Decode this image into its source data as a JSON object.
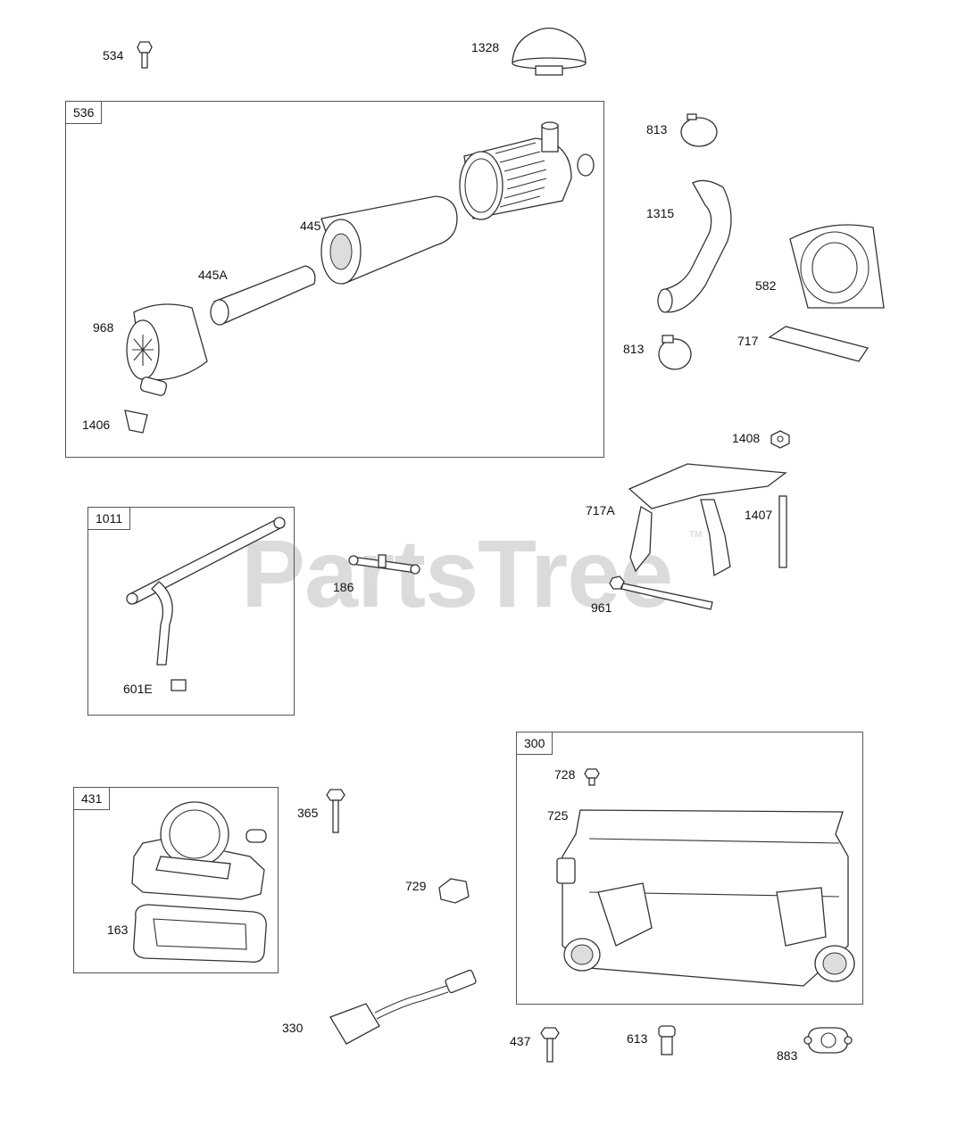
{
  "watermark": "PartsTree",
  "watermark_tm": "TM",
  "groups": {
    "g536": "536",
    "g1011": "1011",
    "g431": "431",
    "g300": "300"
  },
  "parts": {
    "p534": "534",
    "p1328": "1328",
    "p813a": "813",
    "p1315": "1315",
    "p582": "582",
    "p813b": "813",
    "p717": "717",
    "p445": "445",
    "p445A": "445A",
    "p968": "968",
    "p1406": "1406",
    "p1408": "1408",
    "p717A": "717A",
    "p1407": "1407",
    "p186": "186",
    "p961": "961",
    "p601E": "601E",
    "p728": "728",
    "p725": "725",
    "p365": "365",
    "p729": "729",
    "p163": "163",
    "p330": "330",
    "p437": "437",
    "p613": "613",
    "p883": "883"
  }
}
